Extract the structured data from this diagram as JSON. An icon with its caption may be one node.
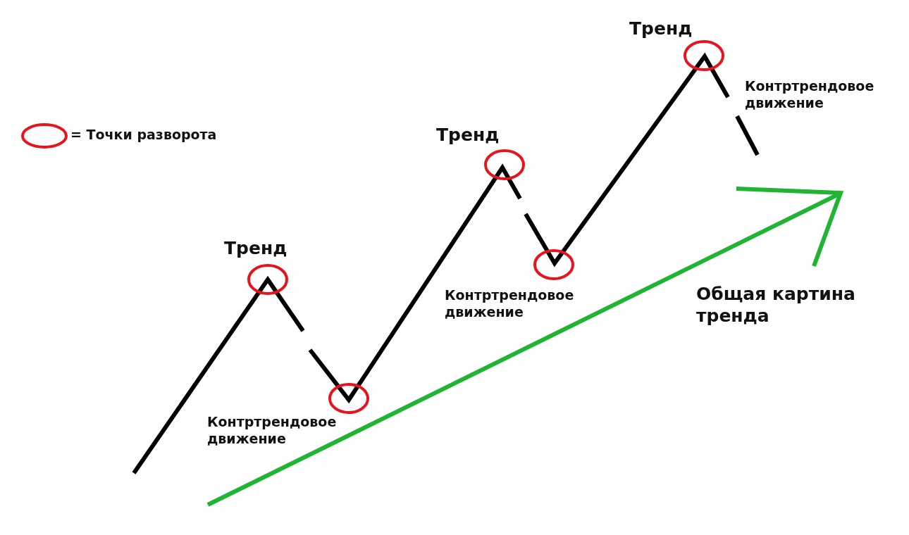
{
  "diagram": {
    "labels": [
      "Тренд",
      "Контртрендовое движение",
      "Тренд",
      "Тренд",
      "Контртрендовое движение",
      "Общая картина тренда",
      "Контртрендовое движение"
    ],
    "legend": [
      {
        "text": "= Точки разворота"
      }
    ]
  }
}
